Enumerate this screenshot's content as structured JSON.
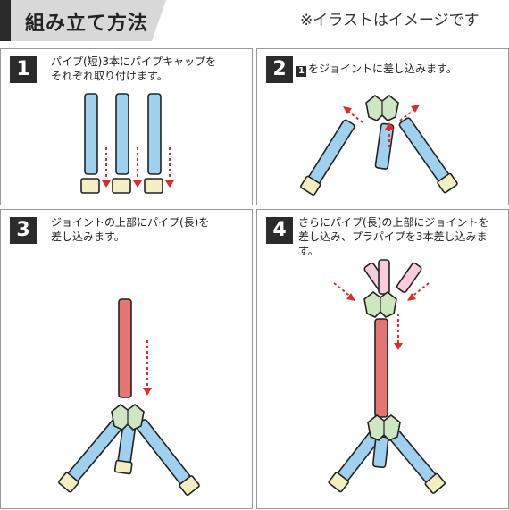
{
  "header": {
    "title": "組み立て方法",
    "note": "※イラストはイメージです"
  },
  "steps": [
    {
      "number": "1",
      "lines": [
        "パイプ(短)3本にパイプキャップを",
        "それぞれ取り付けます。"
      ]
    },
    {
      "number": "2",
      "ref_number": "1",
      "lines": [
        "をジョイントに差し込みます。"
      ]
    },
    {
      "number": "3",
      "lines": [
        "ジョイントの上部にパイプ(長)を",
        "差し込みます。"
      ]
    },
    {
      "number": "4",
      "lines": [
        "さらにパイプ(長)の上部にジョイントを",
        "差し込み、プラパイプを3本差し込みま",
        "す。"
      ]
    }
  ],
  "colors": {
    "pipe_short": "#9fd0ee",
    "pipe_long": "#e47573",
    "pipe_pink": "#f7cddd",
    "cap": "#f4efc3",
    "joint": "#cfe6c3",
    "arrow": "#e02a2a",
    "outline": "#222222"
  }
}
